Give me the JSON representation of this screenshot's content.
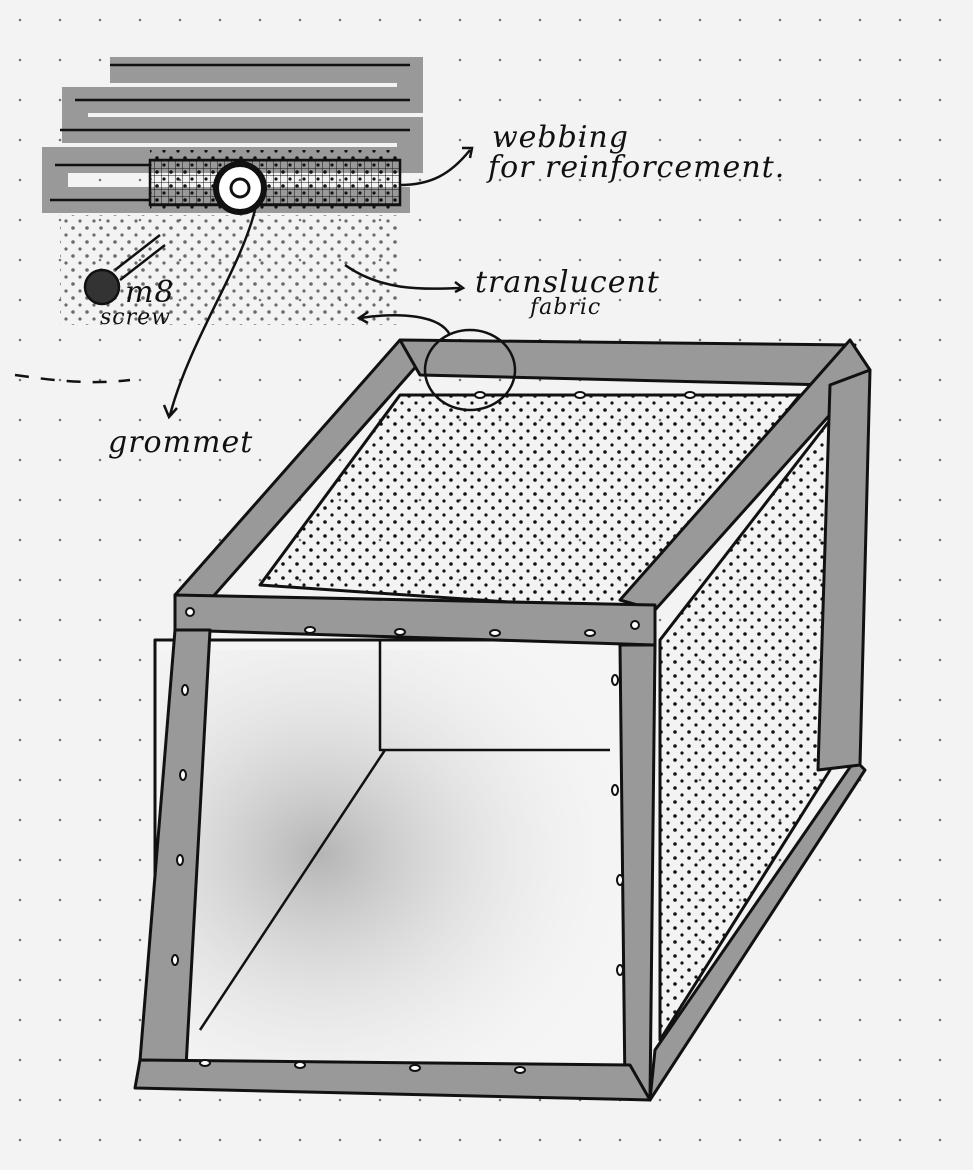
{
  "labels": {
    "webbing_line1": "webbing",
    "webbing_line2": "for reinforcement.",
    "screw_line1": "m8",
    "screw_line2": "screw",
    "fabric_line1": "translucent",
    "fabric_line2": "fabric",
    "grommet": "grommet"
  },
  "colors": {
    "ink": "#111111",
    "marker": "#9a9a9a",
    "paper": "#f3f3f3"
  }
}
